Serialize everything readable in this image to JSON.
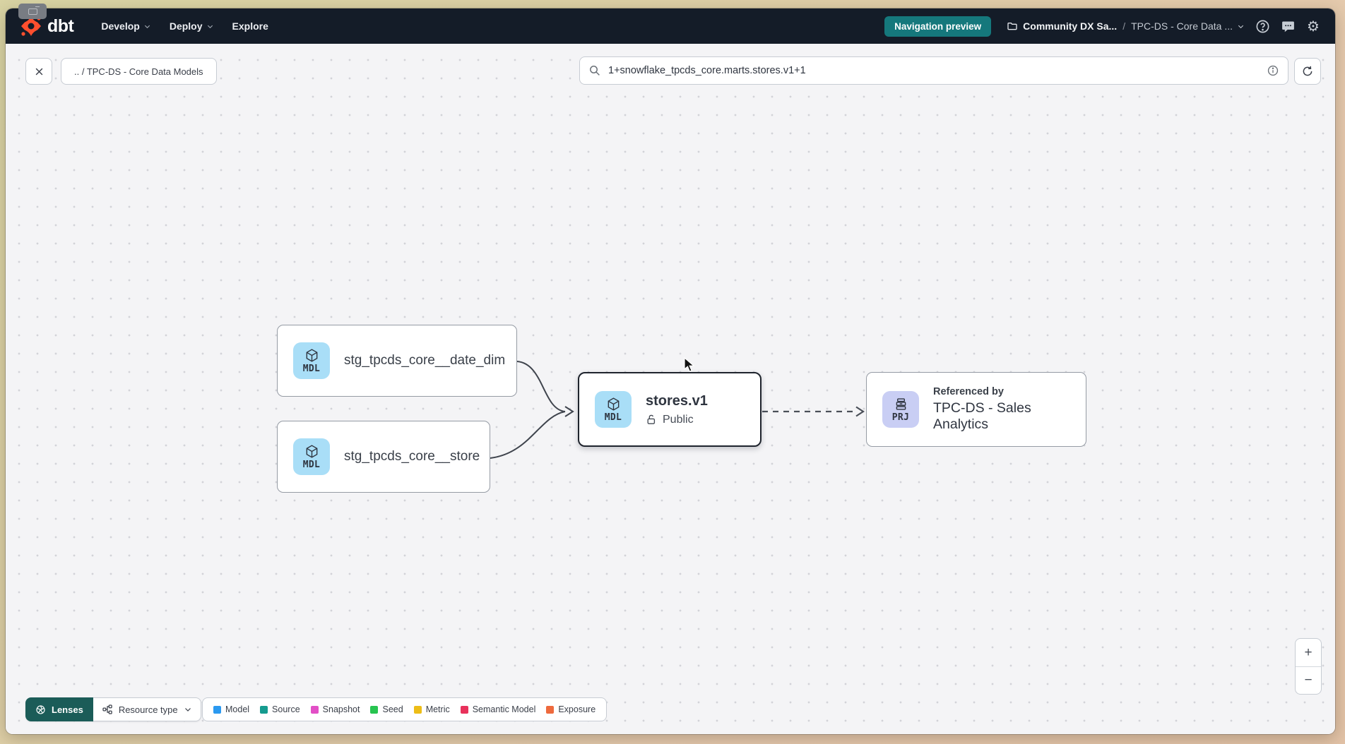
{
  "navbar": {
    "logo_text": "dbt",
    "menus": [
      {
        "label": "Develop"
      },
      {
        "label": "Deploy"
      },
      {
        "label": "Explore"
      }
    ],
    "preview_badge": "Navigation preview",
    "breadcrumb": {
      "project": "Community DX Sa...",
      "separator": "/",
      "page": "TPC-DS - Core Data ..."
    }
  },
  "toolbar": {
    "path_chip": ".. / TPC-DS - Core Data Models",
    "search": {
      "value": "1+snowflake_tpcds_core.marts.stores.v1+1"
    }
  },
  "canvas": {
    "nodes": [
      {
        "badge": "MDL",
        "label": "stg_tpcds_core__date_dim"
      },
      {
        "badge": "MDL",
        "label": "stg_tpcds_core__store"
      },
      {
        "badge": "MDL",
        "title": "stores.v1",
        "access": "Public",
        "selected": true
      },
      {
        "badge": "PRJ",
        "subtitle": "Referenced by",
        "title": "TPC-DS - Sales Analytics"
      }
    ]
  },
  "bottom_bar": {
    "lenses_label": "Lenses",
    "resource_type_label": "Resource type",
    "legend": [
      {
        "label": "Model",
        "color": "#2b99f0"
      },
      {
        "label": "Source",
        "color": "#159b8f"
      },
      {
        "label": "Snapshot",
        "color": "#e24fc6"
      },
      {
        "label": "Seed",
        "color": "#27c450"
      },
      {
        "label": "Metric",
        "color": "#edbd17"
      },
      {
        "label": "Semantic Model",
        "color": "#e8315b"
      },
      {
        "label": "Exposure",
        "color": "#ee6a3d"
      }
    ]
  },
  "zoom_controls": {
    "zoom_in": "+",
    "zoom_out": "−"
  },
  "colors": {
    "navbar_bg": "#141c28",
    "badge_teal": "#15787c",
    "model_badge_bg": "#a9def7",
    "project_badge_bg": "#c9cef4",
    "lenses_bg": "#1b5c58",
    "selected_border": "#1f242d"
  }
}
